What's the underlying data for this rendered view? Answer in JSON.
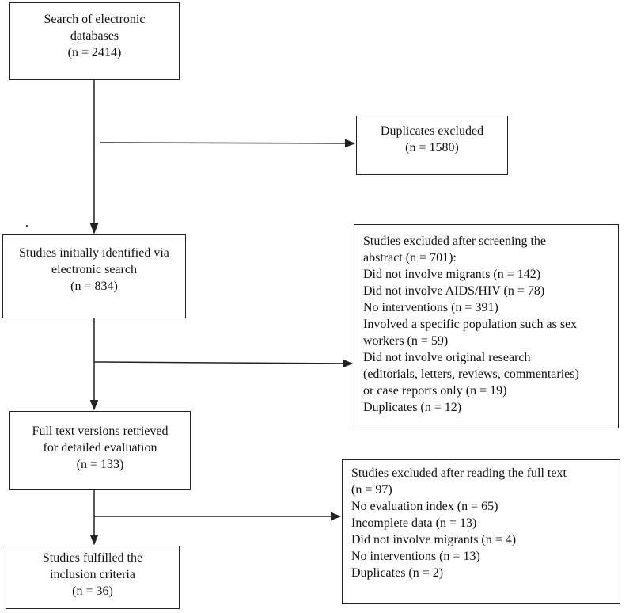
{
  "boxes": {
    "search": {
      "lines": [
        "Search of electronic",
        "databases",
        "(n = 2414)"
      ]
    },
    "duplicates_excluded": {
      "lines": [
        "Duplicates excluded",
        "(n = 1580)"
      ]
    },
    "initially_identified": {
      "lines": [
        "Studies initially identified via",
        "electronic search",
        "(n = 834)"
      ]
    },
    "abstract_excluded": {
      "lines": [
        "Studies excluded after screening the",
        "abstract (n = 701):",
        "Did not involve migrants (n = 142)",
        "Did not involve AIDS/HIV (n = 78)",
        "No interventions (n = 391)",
        "Involved a specific population such as sex",
        "workers (n = 59)",
        "Did not involve original research",
        "(editorials, letters, reviews, commentaries)",
        "or case reports only (n = 19)",
        "Duplicates (n = 12)"
      ]
    },
    "full_text_retrieved": {
      "lines": [
        "Full text versions retrieved",
        "for detailed evaluation",
        "(n = 133)"
      ]
    },
    "full_text_excluded": {
      "lines": [
        "Studies excluded after reading the full text",
        "(n = 97)",
        "No evaluation index (n = 65)",
        "Incomplete data (n = 13)",
        "Did not involve migrants (n = 4)",
        "No interventions (n = 13)",
        "Duplicates (n = 2)"
      ]
    },
    "included": {
      "lines": [
        "Studies fulfilled the",
        "inclusion criteria",
        "(n = 36)"
      ]
    }
  },
  "colors": {
    "line": "#222222",
    "text": "#111111",
    "background": "#ffffff"
  }
}
